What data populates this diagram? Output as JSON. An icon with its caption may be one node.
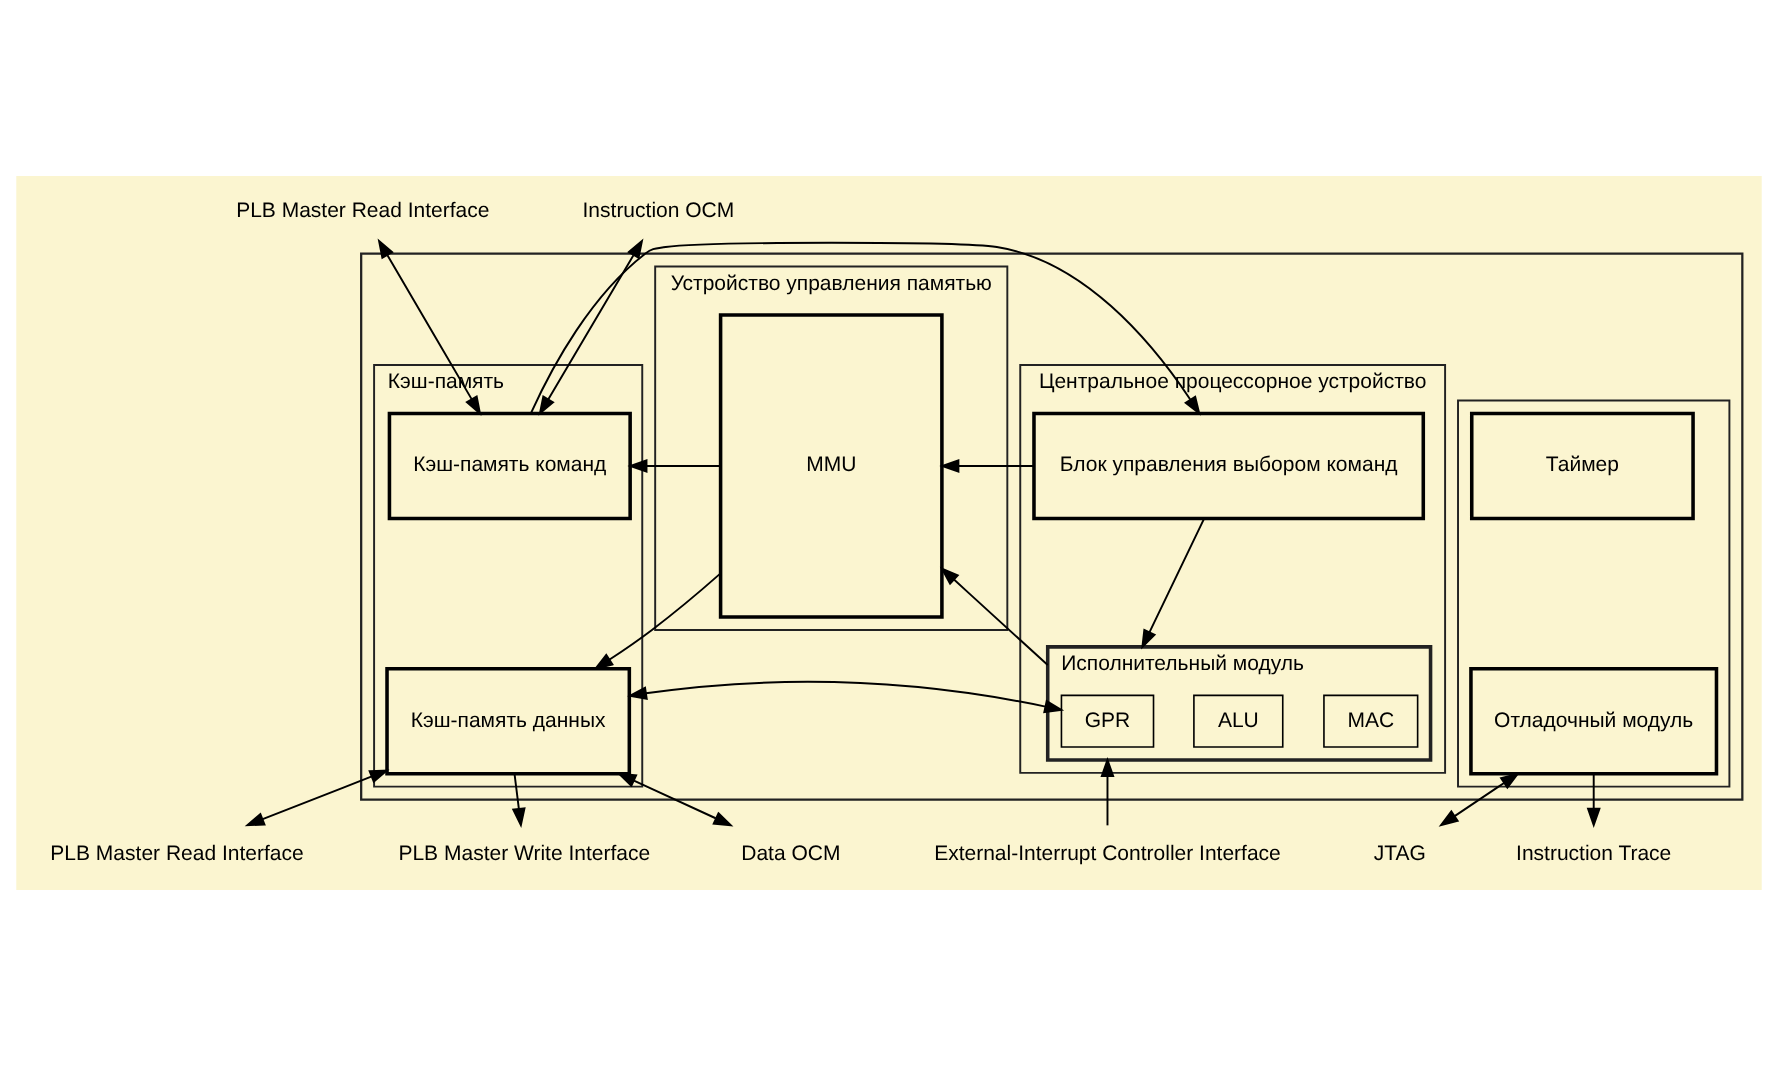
{
  "diagram": {
    "nodes": [
      {
        "text": [],
        "shape": "box"
      },
      {
        "text": [
          "Кэш-память"
        ],
        "in": 0
      },
      {
        "text": [
          "Устройство управления памятью"
        ],
        "in": 0
      },
      {
        "text": [
          "Центральное процессорное устройство"
        ],
        "in": 0
      },
      {
        "text": [],
        "shape": "box",
        "in": 0
      },
      {
        "text": [
          "PLB Master Read Interface"
        ]
      },
      {
        "text": [
          "Instruction OCM"
        ]
      },
      {
        "text": [
          "Кэш-память команд"
        ],
        "in": 1
      },
      {
        "text": [
          "Кэш-память данных"
        ],
        "in": 1
      },
      {
        "text": [
          "MMU"
        ],
        "in": 2
      },
      {
        "text": [
          "Блок управления выбором команд"
        ],
        "in": 3
      },
      {
        "text": [
          "Исполнительный модуль"
        ],
        "in": 3
      },
      {
        "text": [
          "GPR"
        ],
        "in": 11
      },
      {
        "text": [
          "ALU"
        ],
        "in": 11
      },
      {
        "text": [
          "MAC"
        ],
        "in": 11
      },
      {
        "text": [
          "Таймер"
        ],
        "in": 4
      },
      {
        "text": [
          "Отладочный модуль"
        ],
        "in": 4
      },
      {
        "text": [
          "PLB Master Read Interface"
        ]
      },
      {
        "text": [
          "PLB Master Write Interface"
        ]
      },
      {
        "text": [
          "Data OCM"
        ]
      },
      {
        "text": [
          "External-Interrupt Controller Interface"
        ]
      },
      {
        "text": [
          "JTAG"
        ]
      },
      {
        "text": [
          "Instruction Trace"
        ]
      }
    ],
    "edges": [
      {
        "from": 5,
        "to": 7,
        "arrow": "both"
      },
      {
        "from": 6,
        "to": 7,
        "arrow": "both"
      },
      {
        "from": 7,
        "to": 10,
        "arrow": "to"
      },
      {
        "from": 10,
        "to": 9,
        "arrow": "to"
      },
      {
        "from": 9,
        "to": 7,
        "arrow": "to"
      },
      {
        "from": 10,
        "to": 11,
        "arrow": "to"
      },
      {
        "from": 11,
        "to": 9,
        "arrow": "to"
      },
      {
        "from": 9,
        "to": 8,
        "arrow": "to"
      },
      {
        "from": 8,
        "to": 12,
        "arrow": "both"
      },
      {
        "from": 8,
        "to": 17,
        "arrow": "both"
      },
      {
        "from": 8,
        "to": 18,
        "arrow": "to"
      },
      {
        "from": 19,
        "to": 8,
        "arrow": "both"
      },
      {
        "from": 20,
        "to": 11,
        "arrow": "to"
      },
      {
        "from": 21,
        "to": 16,
        "arrow": "both"
      },
      {
        "from": 16,
        "to": 22,
        "arrow": "to"
      }
    ]
  }
}
